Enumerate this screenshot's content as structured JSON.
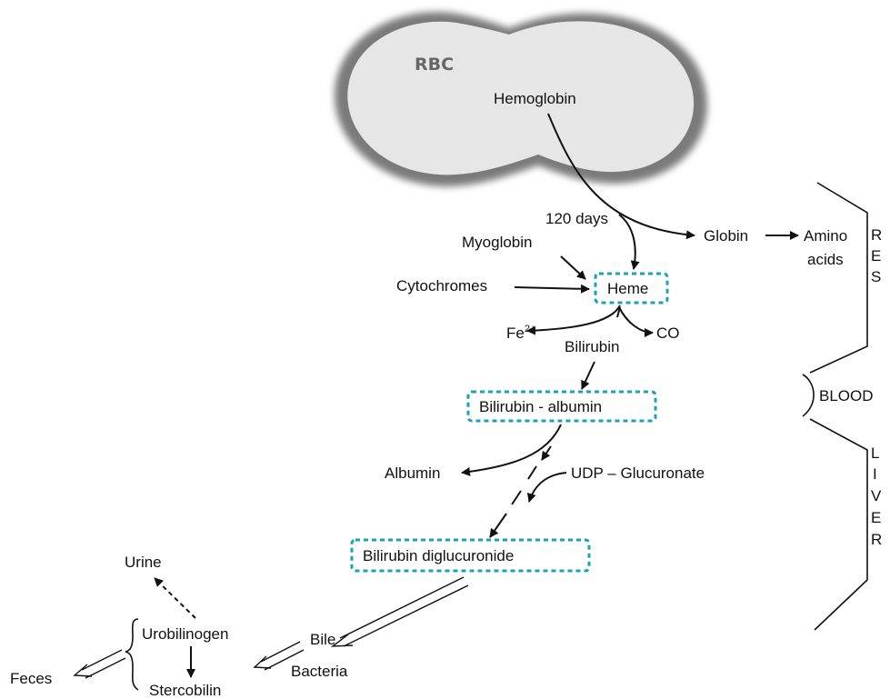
{
  "cell": {
    "label": "RBC",
    "content": "Hemoglobin"
  },
  "pathway": {
    "lifespan": "120 days",
    "globin": "Globin",
    "amino_line1": "Amino",
    "amino_line2": "acids",
    "myoglobin": "Myoglobin",
    "cytochromes": "Cytochromes",
    "heme": "Heme",
    "fe_base": "Fe",
    "fe_charge": "2+",
    "co": "CO",
    "bilirubin": "Bilirubin",
    "bilirubin_albumin": "Bilirubin - albumin",
    "albumin": "Albumin",
    "udp": "UDP – Glucuronate",
    "diglucuronide": "Bilirubin diglucuronide",
    "bile": "Bile",
    "bacteria": "Bacteria",
    "urobilinogen": "Urobilinogen",
    "stercobilin": "Stercobilin",
    "urine": "Urine",
    "feces": "Feces"
  },
  "compartments": {
    "res": [
      "R",
      "E",
      "S"
    ],
    "blood": "BLOOD",
    "liver": [
      "L",
      "I",
      "V",
      "E",
      "R"
    ]
  },
  "colors": {
    "highlight_box": "#1aa3b5",
    "cell_fill": "#e6e6e6",
    "cell_label": "#666666"
  }
}
